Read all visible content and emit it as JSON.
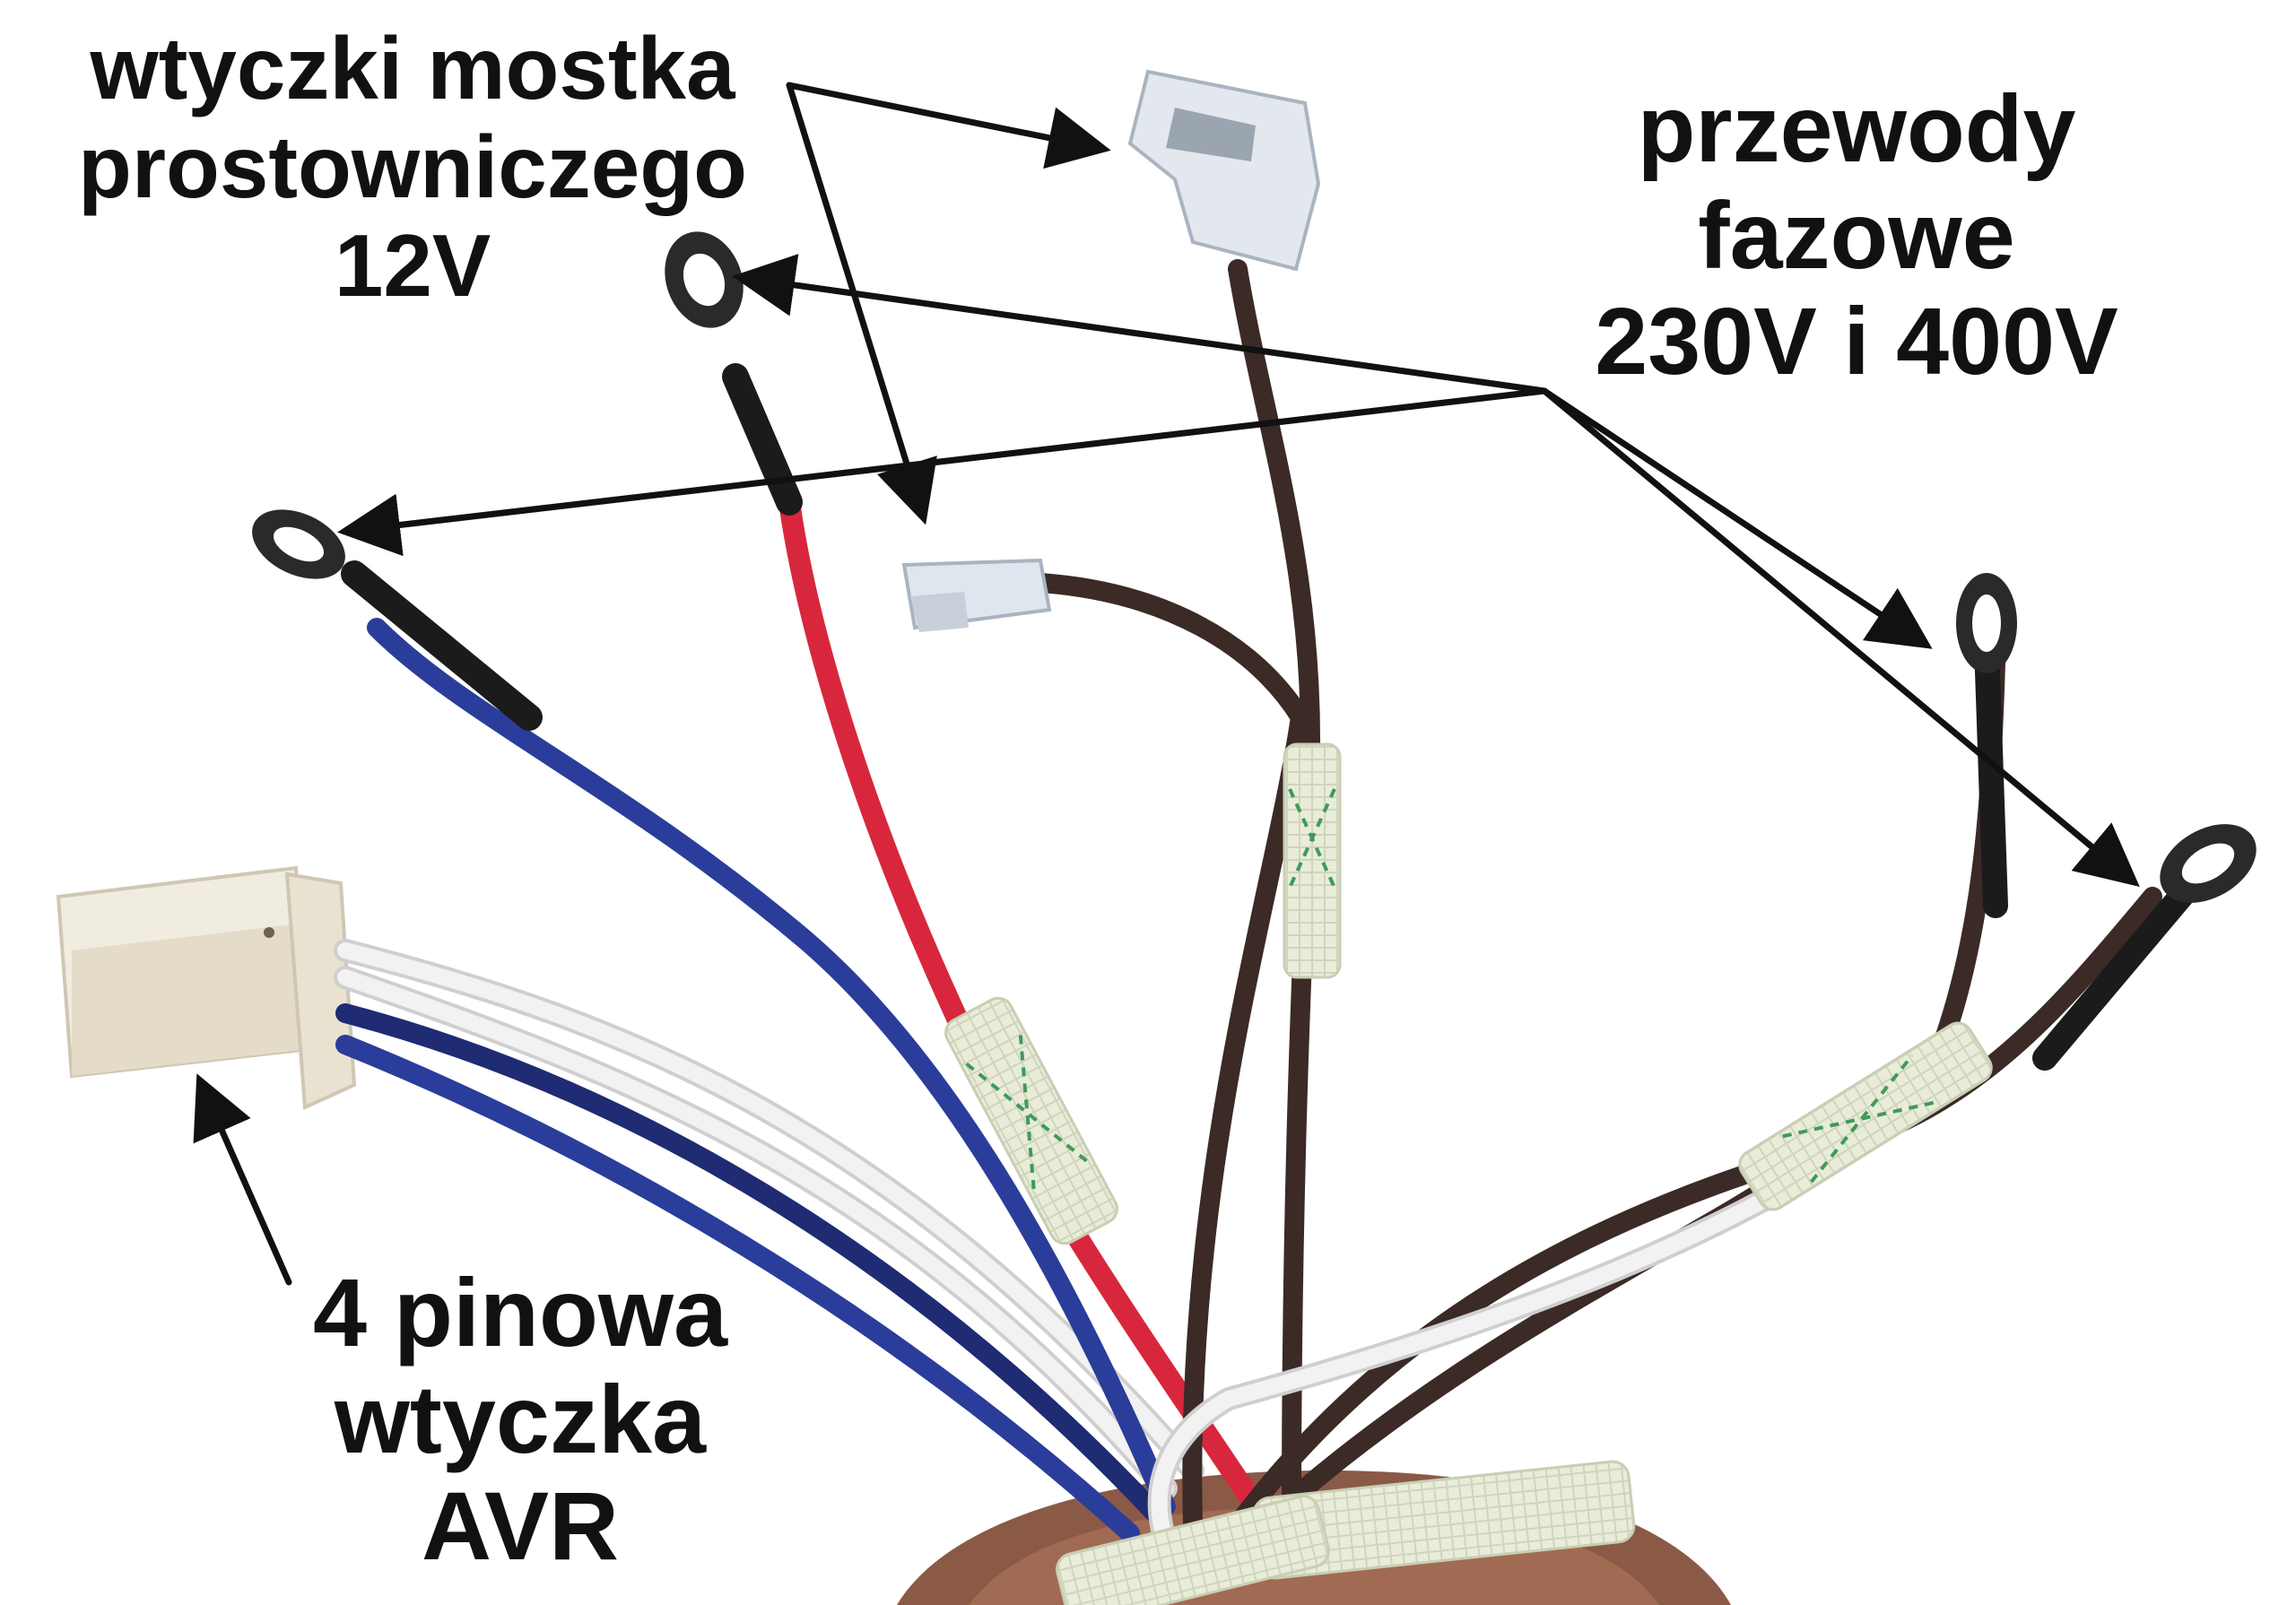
{
  "labels": {
    "bridge_plugs": {
      "lines": [
        "wtyczki mostka",
        "prostowniczego",
        "12V"
      ]
    },
    "phase_wires": {
      "lines": [
        "przewody",
        "fazowe",
        "230V i 400V"
      ]
    },
    "avr_plug": {
      "lines": [
        "4 pinowa",
        "wtyczka",
        "AVR"
      ]
    }
  },
  "colors": {
    "background": "#ffffff",
    "text": "#111111",
    "arrow": "#111111",
    "wire_red": "#d8273c",
    "wire_blue": "#2a3d9a",
    "wire_navy": "#1f2b72",
    "wire_brown": "#3b2a26",
    "wire_white": "#ececec",
    "sleeve": "#e8ecd9",
    "sleeve_stripe": "#3f9a5a",
    "copper": "#8a5a46",
    "connector": "#f1ece0"
  },
  "icons": {
    "ring_terminal": "ring-terminal-icon",
    "spade_connector": "spade-connector-icon",
    "avr_connector": "connector-block-icon",
    "arrow": "arrow-icon"
  }
}
